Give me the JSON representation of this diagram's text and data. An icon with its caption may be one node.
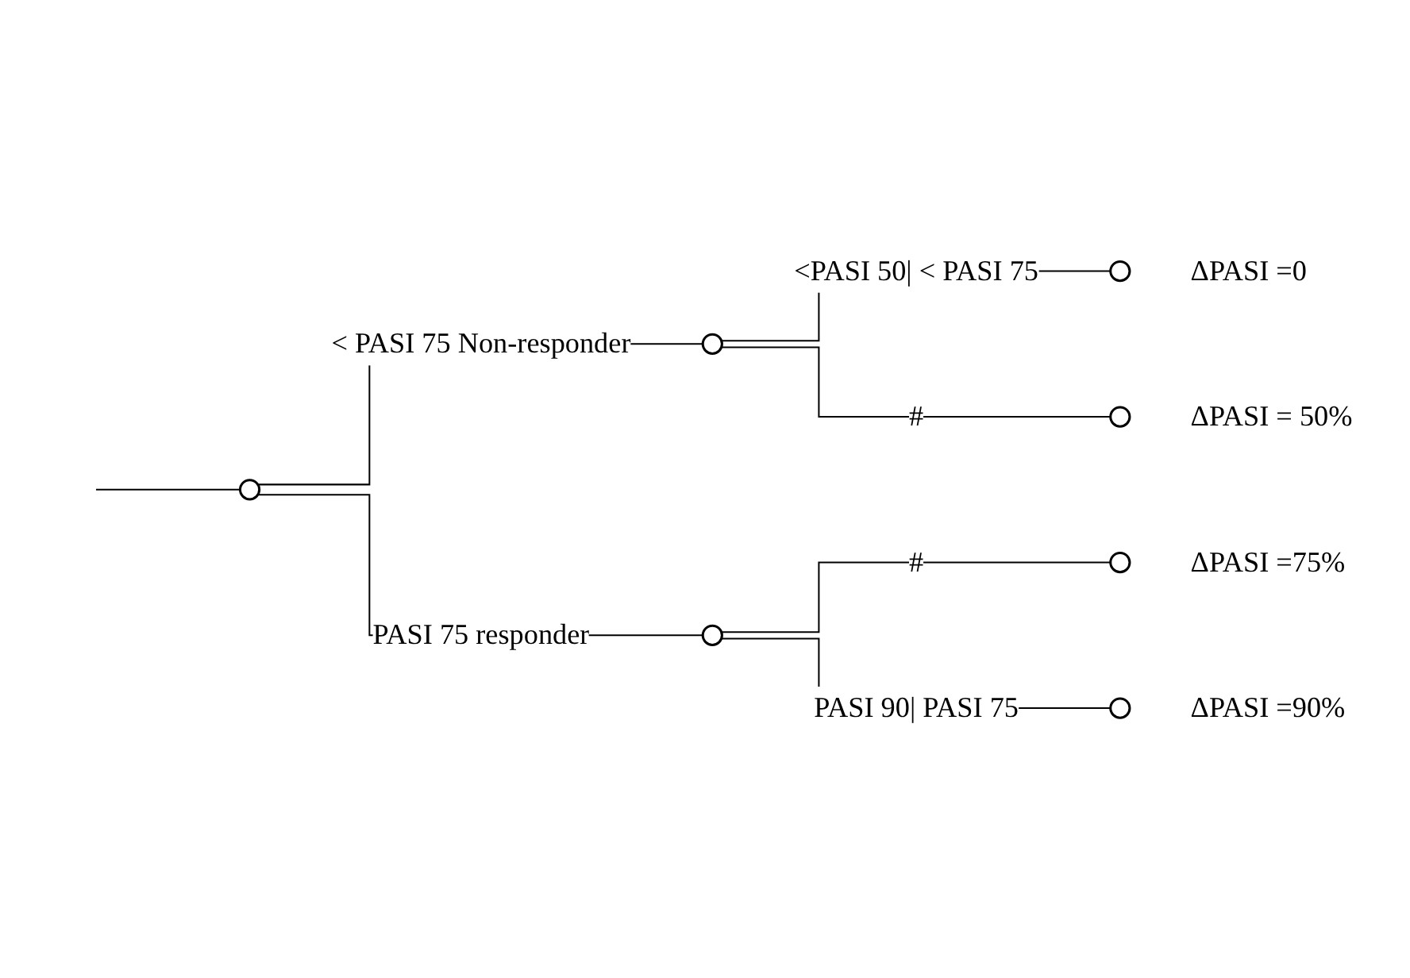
{
  "diagram": {
    "nodes": [
      {
        "text": [],
        "shape": "circle"
      },
      {
        "text": [],
        "shape": "circle"
      },
      {
        "text": [],
        "shape": "circle"
      },
      {
        "text": [],
        "shape": "circle",
        "beside": [
          "ΔPASI =0"
        ]
      },
      {
        "text": [],
        "shape": "circle",
        "beside": [
          "ΔPASI = 50%"
        ]
      },
      {
        "text": [],
        "shape": "circle",
        "beside": [
          "ΔPASI =75%"
        ]
      },
      {
        "text": [],
        "shape": "circle",
        "beside": [
          "ΔPASI =90%"
        ]
      }
    ],
    "edges": [
      {
        "from": null,
        "to": 0,
        "arrow": "none"
      },
      {
        "from": 0,
        "to": 1,
        "arrow": "none",
        "label": "< PASI 75 Non-responder"
      },
      {
        "from": 0,
        "to": 2,
        "arrow": "none",
        "label": "PASI 75 responder"
      },
      {
        "from": 1,
        "to": 3,
        "arrow": "none",
        "label": "<PASI 50| < PASI 75"
      },
      {
        "from": 1,
        "to": 4,
        "arrow": "none",
        "label": "#"
      },
      {
        "from": 2,
        "to": 5,
        "arrow": "none",
        "label": "#"
      },
      {
        "from": 2,
        "to": 6,
        "arrow": "none",
        "label": "PASI 90| PASI 75"
      }
    ]
  }
}
